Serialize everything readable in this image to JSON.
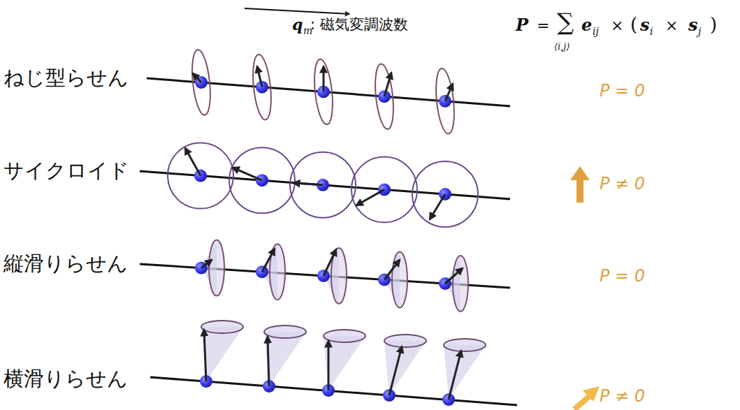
{
  "diagram": {
    "labels": [
      "q",
      "m",
      ": 磁気変調波数",
      "P",
      "=",
      "∑",
      "⟨i,j⟩",
      "e",
      "ij",
      "×",
      "(",
      "s",
      "i",
      "×",
      "s",
      "j",
      ")",
      "ねじ型らせん",
      "サイクロイド",
      "縦滑りらせん",
      "横滑りらせん",
      "P = 0",
      "P ≠ 0",
      "P = 0",
      "P ≠ 0"
    ]
  }
}
